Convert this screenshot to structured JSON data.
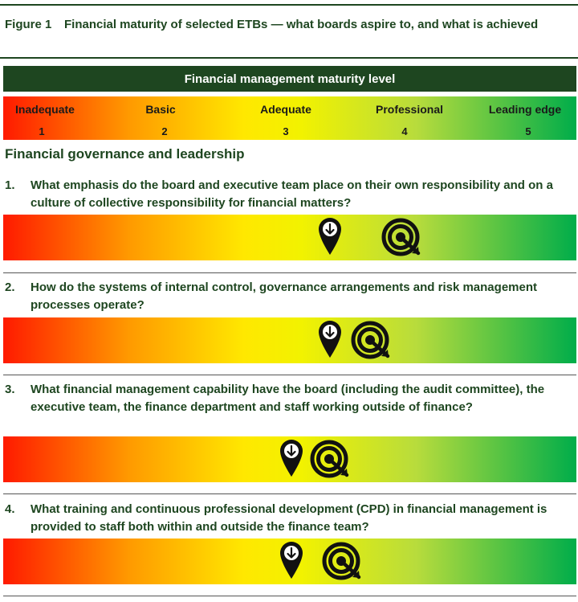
{
  "figure": {
    "number": "Figure 1",
    "title": "Financial maturity of selected ETBs — what boards aspire to, and what is achieved"
  },
  "banner": "Financial management maturity level",
  "levels": [
    {
      "label": "Inadequate",
      "number": "1"
    },
    {
      "label": "Basic",
      "number": "2"
    },
    {
      "label": "Adequate",
      "number": "3"
    },
    {
      "label": "Professional",
      "number": "4"
    },
    {
      "label": "Leading edge",
      "number": "5"
    }
  ],
  "section_title": "Financial governance and leadership",
  "questions": [
    {
      "number": "1.",
      "text": "What emphasis do the board and executive team place on their own responsibility and on a culture of collective responsibility for financial matters?",
      "achieved_level": 3.37,
      "aspired_level": 3.95
    },
    {
      "number": "2.",
      "text": "How do the systems of internal control, governance arrangements and risk management processes operate?",
      "achieved_level": 3.37,
      "aspired_level": 3.7
    },
    {
      "number": "3.",
      "text": "What financial management capability have the board (including the audit committee), the executive team, the finance department and staff working outside of finance?",
      "achieved_level": 3.05,
      "aspired_level": 3.36
    },
    {
      "number": "4.",
      "text": "What training and continuous professional development (CPD) in financial management is provided to staff both within and outside the finance team?",
      "achieved_level": 3.05,
      "aspired_level": 3.46
    }
  ],
  "icons": {
    "achieved": "location-pin-arrow-icon",
    "aspired": "target-icon"
  }
}
